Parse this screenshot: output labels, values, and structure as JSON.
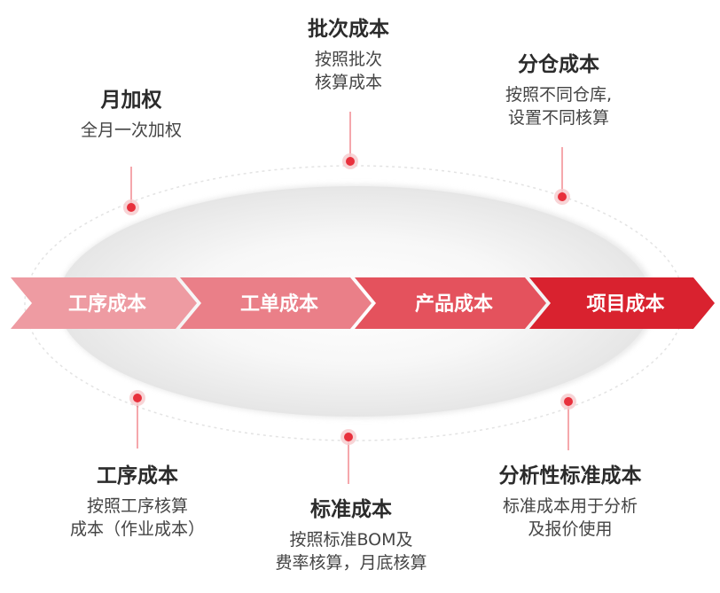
{
  "stages": [
    {
      "label": "工序成本",
      "color": "#ee9ba2"
    },
    {
      "label": "工单成本",
      "color": "#ea7f88"
    },
    {
      "label": "产品成本",
      "color": "#e4525d"
    },
    {
      "label": "项目成本",
      "color": "#d9222f"
    }
  ],
  "top_items": [
    {
      "title": "月加权",
      "desc": [
        "全月一次加权"
      ]
    },
    {
      "title": "批次成本",
      "desc": [
        "按照批次",
        "核算成本"
      ]
    },
    {
      "title": "分仓成本",
      "desc": [
        "按照不同仓库,",
        "设置不同核算"
      ]
    }
  ],
  "bottom_items": [
    {
      "title": "工序成本",
      "desc": [
        "按照工序核算",
        "成本（作业成本）"
      ]
    },
    {
      "title": "标准成本",
      "desc": [
        "按照标准BOM及",
        "费率核算，月底核算"
      ]
    },
    {
      "title": "分析性标准成本",
      "desc": [
        "标准成本用于分析",
        "及报价使用"
      ]
    }
  ],
  "colors": {
    "accent": "#d9222f",
    "pin": "#e8303c"
  }
}
